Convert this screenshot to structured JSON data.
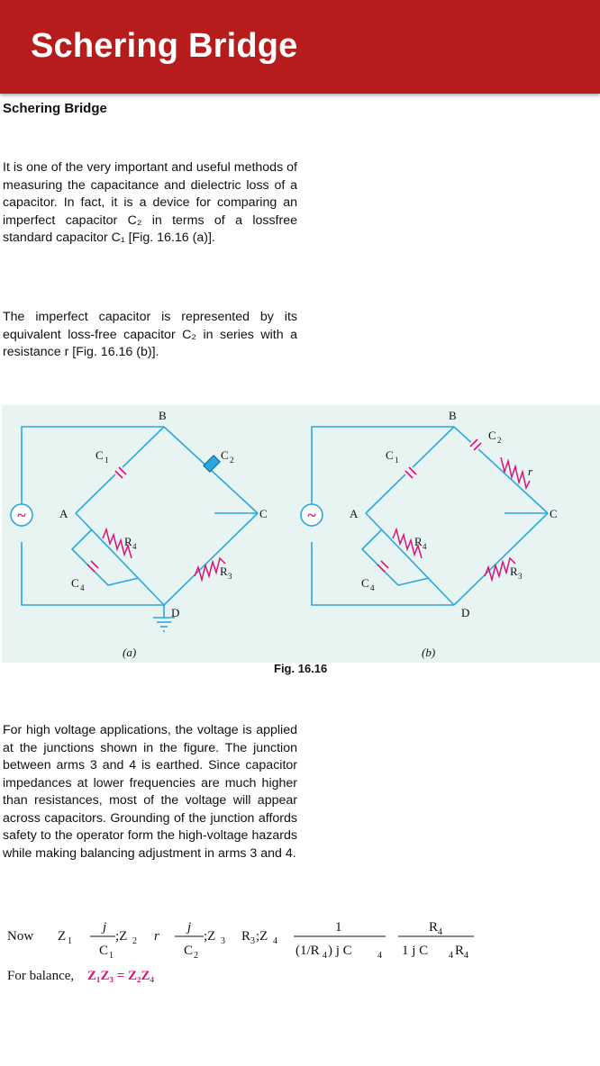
{
  "appbar": {
    "title": "Schering Bridge"
  },
  "article": {
    "heading": "Schering Bridge",
    "para1": "It is one of the very important and useful methods of measuring the capacitance and dielectric loss of a capacitor. In fact, it is a device for comparing an imperfect capacitor C₂ in terms of a lossfree standard capacitor C₁ [Fig. 16.16 (a)].",
    "para2": "The imperfect capacitor is represented by its equivalent loss-free capacitor C₂ in series with a resistance r [Fig. 16.16 (b)].",
    "para3": "For high voltage applications, the voltage is applied at the junctions shown in the figure. The junction between arms 3 and 4 is earthed. Since capacitor impedances at lower frequencies are much higher than resistances, most of the voltage will appear across capacitors. Grounding of the junction affords safety to the operator form the high-voltage hazards while making balancing adjustment in arms 3 and 4."
  },
  "figure": {
    "caption": "Fig. 16.16",
    "diagram_a": {
      "sublabel": "(a)",
      "labels": {
        "B": "B",
        "A": "A",
        "C": "C",
        "D": "D",
        "C1": "C",
        "C1sub": "1",
        "C2": "C",
        "C2sub": "2",
        "C4": "C",
        "C4sub": "4",
        "R4": "R",
        "R4sub": "4",
        "R3": "R",
        "R3sub": "3"
      }
    },
    "diagram_b": {
      "sublabel": "(b)",
      "labels": {
        "B": "B",
        "A": "A",
        "C": "C",
        "D": "D",
        "C1": "C",
        "C1sub": "1",
        "C2": "C",
        "C2sub": "2",
        "r": "r",
        "C4": "C",
        "C4sub": "4",
        "R4": "R",
        "R4sub": "4",
        "R3": "R",
        "R3sub": "3"
      }
    },
    "source_symbol": "~"
  },
  "formula": {
    "now": "Now",
    "z1": "Z",
    "z1sub": "1",
    "j": "j",
    "c1": "C",
    "c1sub": "1",
    "sep1": ";Z",
    "z2sub": "2",
    "r": "r",
    "c2": "C",
    "c2sub": "2",
    "sep2": ";Z",
    "z3sub": "3",
    "r3": "R",
    "r3sub": "3",
    "sep3": ";Z",
    "z4sub": "4",
    "one": "1",
    "den1": "(1/R",
    "den1sub": "4",
    "den1rest": ")  j  C",
    "den1csub": "4",
    "r4num": "R",
    "r4numsub": "4",
    "den2": "1  j  C",
    "den2sub1": "4",
    "den2r": "R",
    "den2sub2": "4",
    "balance_label": "For balance,",
    "balance_eq": "Z₁Z₃ = Z₂Z₄"
  },
  "colors": {
    "appbar": "#b71c1c",
    "wire": "#2aa7dd",
    "figure_bg": "#e8f4f2",
    "balance_eq": "#e0107a"
  }
}
